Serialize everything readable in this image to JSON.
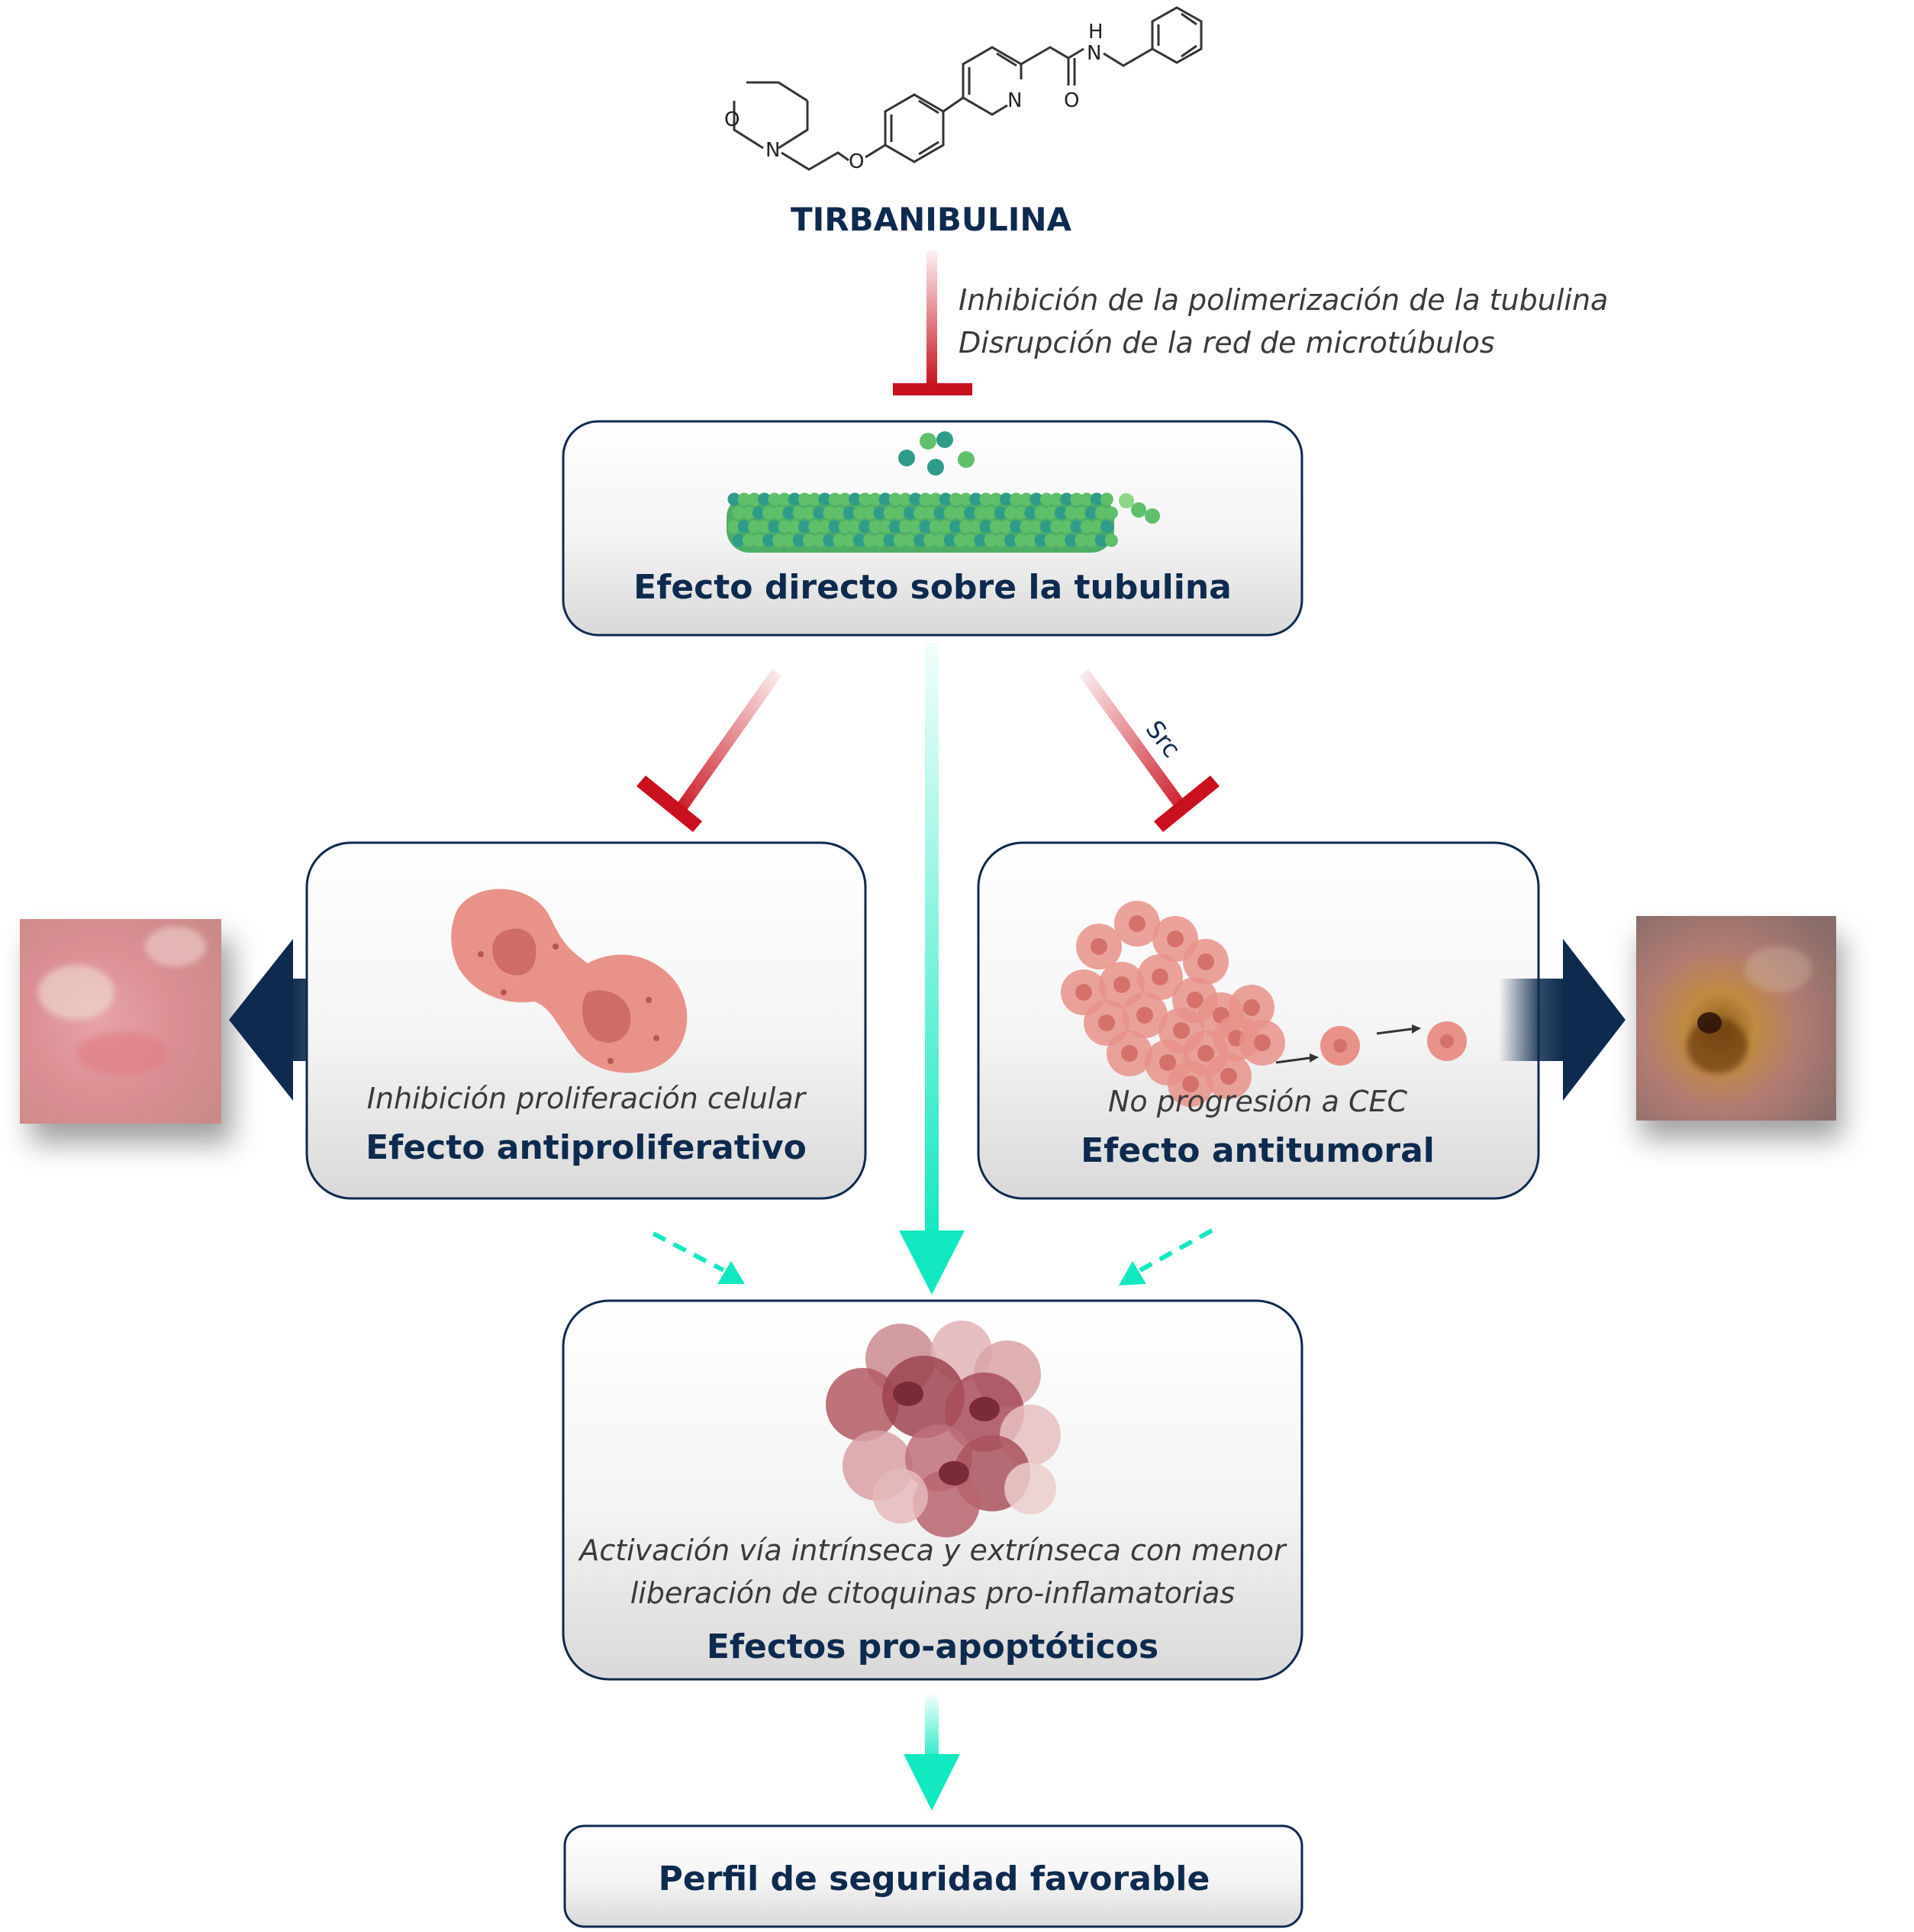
{
  "molecule": {
    "name": "TIRBANIBULINA",
    "atoms": {
      "O_morph": "O",
      "N_morph": "N",
      "O_ether": "O",
      "N_pyr": "N",
      "O_amide": "O",
      "N_amide": "N",
      "H_amide": "H"
    }
  },
  "mechanism": {
    "line1": "Inhibición de la polimerización de la tubulina",
    "line2": "Disrupción de la red de microtúbulos"
  },
  "boxes": {
    "tubulin": {
      "title": "Efecto directo sobre la tubulina"
    },
    "antiproliferative": {
      "subtitle": "Inhibición proliferación celular",
      "title": "Efecto antiproliferativo"
    },
    "antitumoral": {
      "subtitle": "No progresión a CEC",
      "title": "Efecto antitumoral"
    },
    "apoptotic": {
      "line1": "Activación vía intrínseca y extrínseca con menor",
      "line2": "liberación de citoquinas pro-inflamatorias",
      "title": "Efectos pro-apoptóticos"
    },
    "safety": {
      "title": "Perfil de seguridad favorable"
    }
  },
  "arrow_labels": {
    "src": "Src"
  },
  "colors": {
    "navy": "#0e2a4e",
    "inhibit_red": "#c8101e",
    "teal": "#12e8c0",
    "cell_pink": "#e8928a",
    "tubulin_green": "#5fbf6a",
    "tubulin_teal": "#2f9c8a"
  },
  "icons": {
    "tubulin": "microtubule-icon",
    "dividing_cell": "dividing-cell-icon",
    "tumor": "tumor-cluster-icon",
    "apoptosis": "apoptotic-cell-icon",
    "skin_left": "skin-lesion-photo",
    "skin_right": "skin-tumor-photo"
  }
}
